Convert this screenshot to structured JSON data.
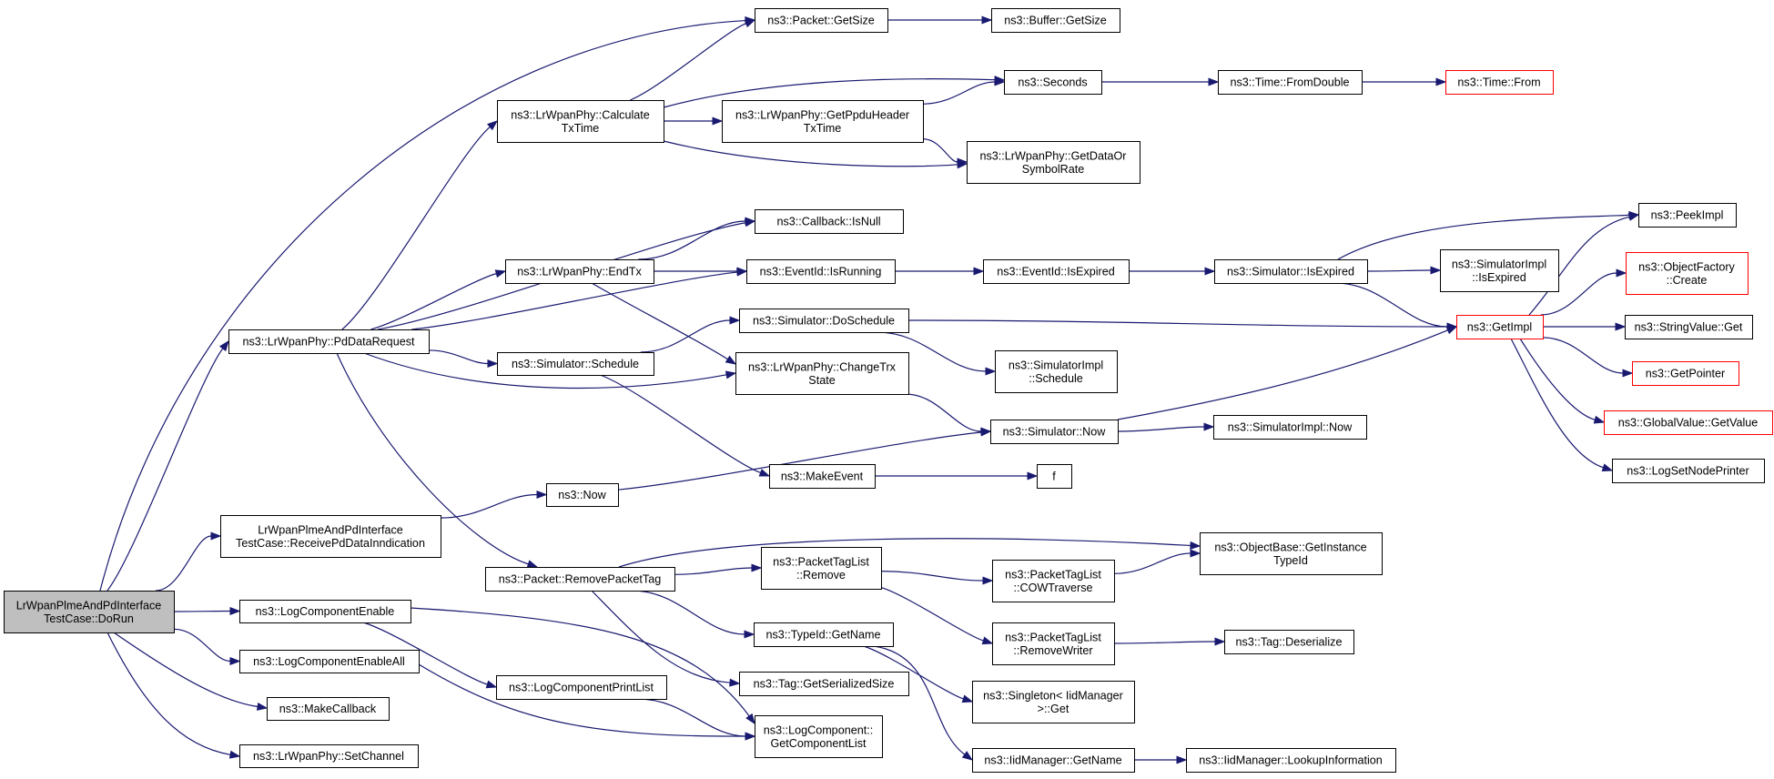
{
  "diagram": {
    "kind": "call-graph",
    "colors": {
      "edge": "#191970",
      "node_border": "#000000",
      "red_border": "#ff0000",
      "root_fill": "#bfbfbf"
    },
    "nodes": [
      {
        "id": "dorun",
        "lines": [
          "LrWpanPlmeAndPdInterface",
          "TestCase::DoRun"
        ],
        "style": "root"
      },
      {
        "id": "pdDataRequest",
        "lines": [
          "ns3::LrWpanPhy::PdDataRequest"
        ]
      },
      {
        "id": "receivePd",
        "lines": [
          "LrWpanPlmeAndPdInterface",
          "TestCase::ReceivePdDataInndication"
        ]
      },
      {
        "id": "logEnable",
        "lines": [
          "ns3::LogComponentEnable"
        ]
      },
      {
        "id": "logEnableAll",
        "lines": [
          "ns3::LogComponentEnableAll"
        ]
      },
      {
        "id": "makeCallback",
        "lines": [
          "ns3::MakeCallback"
        ]
      },
      {
        "id": "setChannel",
        "lines": [
          "ns3::LrWpanPhy::SetChannel"
        ]
      },
      {
        "id": "calcTxTime",
        "lines": [
          "ns3::LrWpanPhy::Calculate",
          "TxTime"
        ]
      },
      {
        "id": "endTx",
        "lines": [
          "ns3::LrWpanPhy::EndTx"
        ]
      },
      {
        "id": "schedule",
        "lines": [
          "ns3::Simulator::Schedule"
        ]
      },
      {
        "id": "now",
        "lines": [
          "ns3::Now"
        ]
      },
      {
        "id": "removeTag",
        "lines": [
          "ns3::Packet::RemovePacketTag"
        ]
      },
      {
        "id": "logPrintList",
        "lines": [
          "ns3::LogComponentPrintList"
        ]
      },
      {
        "id": "pktGetSize",
        "lines": [
          "ns3::Packet::GetSize"
        ]
      },
      {
        "id": "getPpdu",
        "lines": [
          "ns3::LrWpanPhy::GetPpduHeader",
          "TxTime"
        ]
      },
      {
        "id": "cbIsNull",
        "lines": [
          "ns3::Callback::IsNull"
        ]
      },
      {
        "id": "isRunning",
        "lines": [
          "ns3::EventId::IsRunning"
        ]
      },
      {
        "id": "doSchedule",
        "lines": [
          "ns3::Simulator::DoSchedule"
        ]
      },
      {
        "id": "changeTrx",
        "lines": [
          "ns3::LrWpanPhy::ChangeTrx",
          "State"
        ]
      },
      {
        "id": "makeEvent",
        "lines": [
          "ns3::MakeEvent"
        ]
      },
      {
        "id": "ptlRemove",
        "lines": [
          "ns3::PacketTagList",
          "::Remove"
        ]
      },
      {
        "id": "typeGetName",
        "lines": [
          "ns3::TypeId::GetName"
        ]
      },
      {
        "id": "tagGetSerSize",
        "lines": [
          "ns3::Tag::GetSerializedSize"
        ]
      },
      {
        "id": "getCompList",
        "lines": [
          "ns3::LogComponent::",
          "GetComponentList"
        ]
      },
      {
        "id": "bufGetSize",
        "lines": [
          "ns3::Buffer::GetSize"
        ]
      },
      {
        "id": "seconds",
        "lines": [
          "ns3::Seconds"
        ]
      },
      {
        "id": "getDataOr",
        "lines": [
          "ns3::LrWpanPhy::GetDataOr",
          "SymbolRate"
        ]
      },
      {
        "id": "eventIsExpired",
        "lines": [
          "ns3::EventId::IsExpired"
        ]
      },
      {
        "id": "simImplSchedule",
        "lines": [
          "ns3::SimulatorImpl",
          "::Schedule"
        ]
      },
      {
        "id": "simNow",
        "lines": [
          "ns3::Simulator::Now"
        ]
      },
      {
        "id": "f",
        "lines": [
          "f"
        ]
      },
      {
        "id": "getInstTypeId",
        "lines": [
          "ns3::ObjectBase::GetInstance",
          "TypeId"
        ]
      },
      {
        "id": "cowTraverse",
        "lines": [
          "ns3::PacketTagList",
          "::COWTraverse"
        ]
      },
      {
        "id": "removeWriter",
        "lines": [
          "ns3::PacketTagList",
          "::RemoveWriter"
        ]
      },
      {
        "id": "singletonGet",
        "lines": [
          "ns3::Singleton< IidManager",
          ">::Get"
        ]
      },
      {
        "id": "iidGetName",
        "lines": [
          "ns3::IidManager::GetName"
        ]
      },
      {
        "id": "fromDouble",
        "lines": [
          "ns3::Time::FromDouble"
        ]
      },
      {
        "id": "simIsExpired",
        "lines": [
          "ns3::Simulator::IsExpired"
        ]
      },
      {
        "id": "simImplNow",
        "lines": [
          "ns3::SimulatorImpl::Now"
        ]
      },
      {
        "id": "tagDeserialize",
        "lines": [
          "ns3::Tag::Deserialize"
        ]
      },
      {
        "id": "lookupInfo",
        "lines": [
          "ns3::IidManager::LookupInformation"
        ]
      },
      {
        "id": "timeFrom",
        "lines": [
          "ns3::Time::From"
        ],
        "style": "red"
      },
      {
        "id": "simImplIsExpired",
        "lines": [
          "ns3::SimulatorImpl",
          "::IsExpired"
        ]
      },
      {
        "id": "getImpl",
        "lines": [
          "ns3::GetImpl"
        ],
        "style": "red"
      },
      {
        "id": "peekImpl",
        "lines": [
          "ns3::PeekImpl"
        ]
      },
      {
        "id": "objFactCreate",
        "lines": [
          "ns3::ObjectFactory",
          "::Create"
        ],
        "style": "red"
      },
      {
        "id": "strValGet",
        "lines": [
          "ns3::StringValue::Get"
        ]
      },
      {
        "id": "getPointer",
        "lines": [
          "ns3::GetPointer"
        ],
        "style": "red"
      },
      {
        "id": "globalGetValue",
        "lines": [
          "ns3::GlobalValue::GetValue"
        ],
        "style": "red"
      },
      {
        "id": "logSetNodePrinter",
        "lines": [
          "ns3::LogSetNodePrinter"
        ]
      }
    ],
    "edges": [
      [
        "dorun",
        "pktGetSize"
      ],
      [
        "dorun",
        "pdDataRequest"
      ],
      [
        "dorun",
        "receivePd"
      ],
      [
        "dorun",
        "logEnable"
      ],
      [
        "dorun",
        "logEnableAll"
      ],
      [
        "dorun",
        "makeCallback"
      ],
      [
        "dorun",
        "setChannel"
      ],
      [
        "pdDataRequest",
        "calcTxTime"
      ],
      [
        "pdDataRequest",
        "cbIsNull"
      ],
      [
        "pdDataRequest",
        "endTx"
      ],
      [
        "pdDataRequest",
        "isRunning"
      ],
      [
        "pdDataRequest",
        "schedule"
      ],
      [
        "pdDataRequest",
        "changeTrx"
      ],
      [
        "pdDataRequest",
        "removeTag"
      ],
      [
        "receivePd",
        "now"
      ],
      [
        "logEnable",
        "logPrintList"
      ],
      [
        "logEnable",
        "getCompList"
      ],
      [
        "logEnableAll",
        "getCompList"
      ],
      [
        "calcTxTime",
        "pktGetSize"
      ],
      [
        "calcTxTime",
        "seconds"
      ],
      [
        "calcTxTime",
        "getPpdu"
      ],
      [
        "calcTxTime",
        "getDataOr"
      ],
      [
        "endTx",
        "cbIsNull"
      ],
      [
        "endTx",
        "isRunning"
      ],
      [
        "endTx",
        "changeTrx"
      ],
      [
        "schedule",
        "doSchedule"
      ],
      [
        "schedule",
        "makeEvent"
      ],
      [
        "now",
        "simNow"
      ],
      [
        "removeTag",
        "getInstTypeId"
      ],
      [
        "removeTag",
        "ptlRemove"
      ],
      [
        "removeTag",
        "typeGetName"
      ],
      [
        "removeTag",
        "tagGetSerSize"
      ],
      [
        "logPrintList",
        "getCompList"
      ],
      [
        "pktGetSize",
        "bufGetSize"
      ],
      [
        "getPpdu",
        "seconds"
      ],
      [
        "getPpdu",
        "getDataOr"
      ],
      [
        "isRunning",
        "eventIsExpired"
      ],
      [
        "doSchedule",
        "getImpl"
      ],
      [
        "doSchedule",
        "simImplSchedule"
      ],
      [
        "changeTrx",
        "simNow"
      ],
      [
        "makeEvent",
        "f"
      ],
      [
        "ptlRemove",
        "cowTraverse"
      ],
      [
        "ptlRemove",
        "removeWriter"
      ],
      [
        "typeGetName",
        "singletonGet"
      ],
      [
        "typeGetName",
        "iidGetName"
      ],
      [
        "seconds",
        "fromDouble"
      ],
      [
        "eventIsExpired",
        "simIsExpired"
      ],
      [
        "simNow",
        "getImpl"
      ],
      [
        "simNow",
        "simImplNow"
      ],
      [
        "cowTraverse",
        "getInstTypeId"
      ],
      [
        "removeWriter",
        "tagDeserialize"
      ],
      [
        "iidGetName",
        "lookupInfo"
      ],
      [
        "fromDouble",
        "timeFrom"
      ],
      [
        "simIsExpired",
        "peekImpl"
      ],
      [
        "simIsExpired",
        "simImplIsExpired"
      ],
      [
        "simIsExpired",
        "getImpl"
      ],
      [
        "getImpl",
        "peekImpl"
      ],
      [
        "getImpl",
        "objFactCreate"
      ],
      [
        "getImpl",
        "strValGet"
      ],
      [
        "getImpl",
        "getPointer"
      ],
      [
        "getImpl",
        "globalGetValue"
      ],
      [
        "getImpl",
        "logSetNodePrinter"
      ]
    ]
  }
}
